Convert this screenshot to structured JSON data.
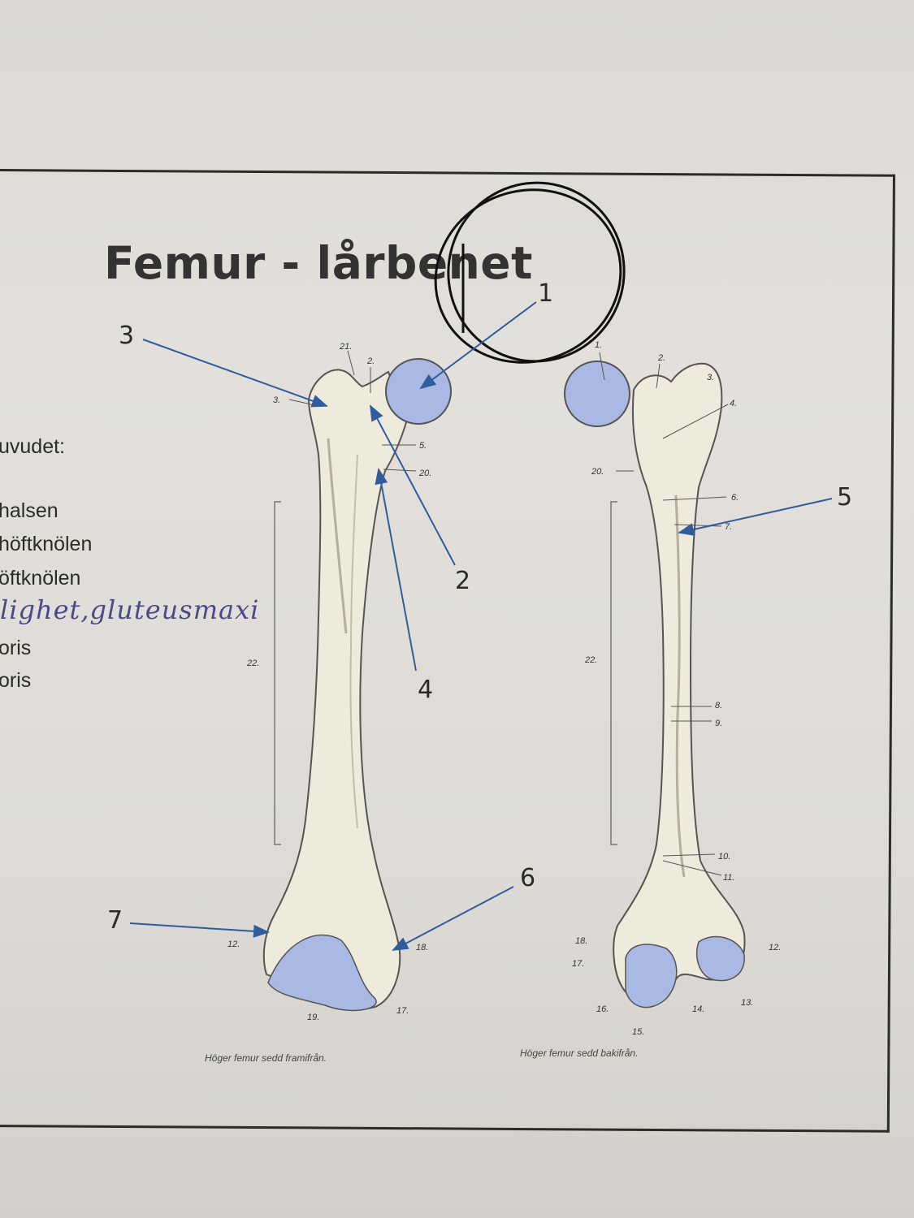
{
  "title": "Femur - lårbenet",
  "side_lines": [
    "uvudet:",
    "halsen",
    "höftknölen",
    "öftknölen",
    "oris",
    "oris"
  ],
  "handwritten": "lighet,gluteusmaxi",
  "captions": {
    "front": "Höger femur sedd framifrån.",
    "back": "Höger femur sedd bakifrån."
  },
  "answer_numbers": [
    "1",
    "2",
    "3",
    "4",
    "5",
    "6",
    "7"
  ],
  "front_labels": [
    "21.",
    "2.",
    "3.",
    "5.",
    "20.",
    "22.",
    "12.",
    "18.",
    "19.",
    "17."
  ],
  "back_labels": [
    "1.",
    "2.",
    "3.",
    "4.",
    "20.",
    "6.",
    "7.",
    "22.",
    "8.",
    "9.",
    "10.",
    "11.",
    "18.",
    "17.",
    "12.",
    "16.",
    "15.",
    "14.",
    "13."
  ],
  "colors": {
    "arrow": "#2f5d9e",
    "cartilage": "#a9b9e3",
    "bone": "#eeeadc"
  }
}
